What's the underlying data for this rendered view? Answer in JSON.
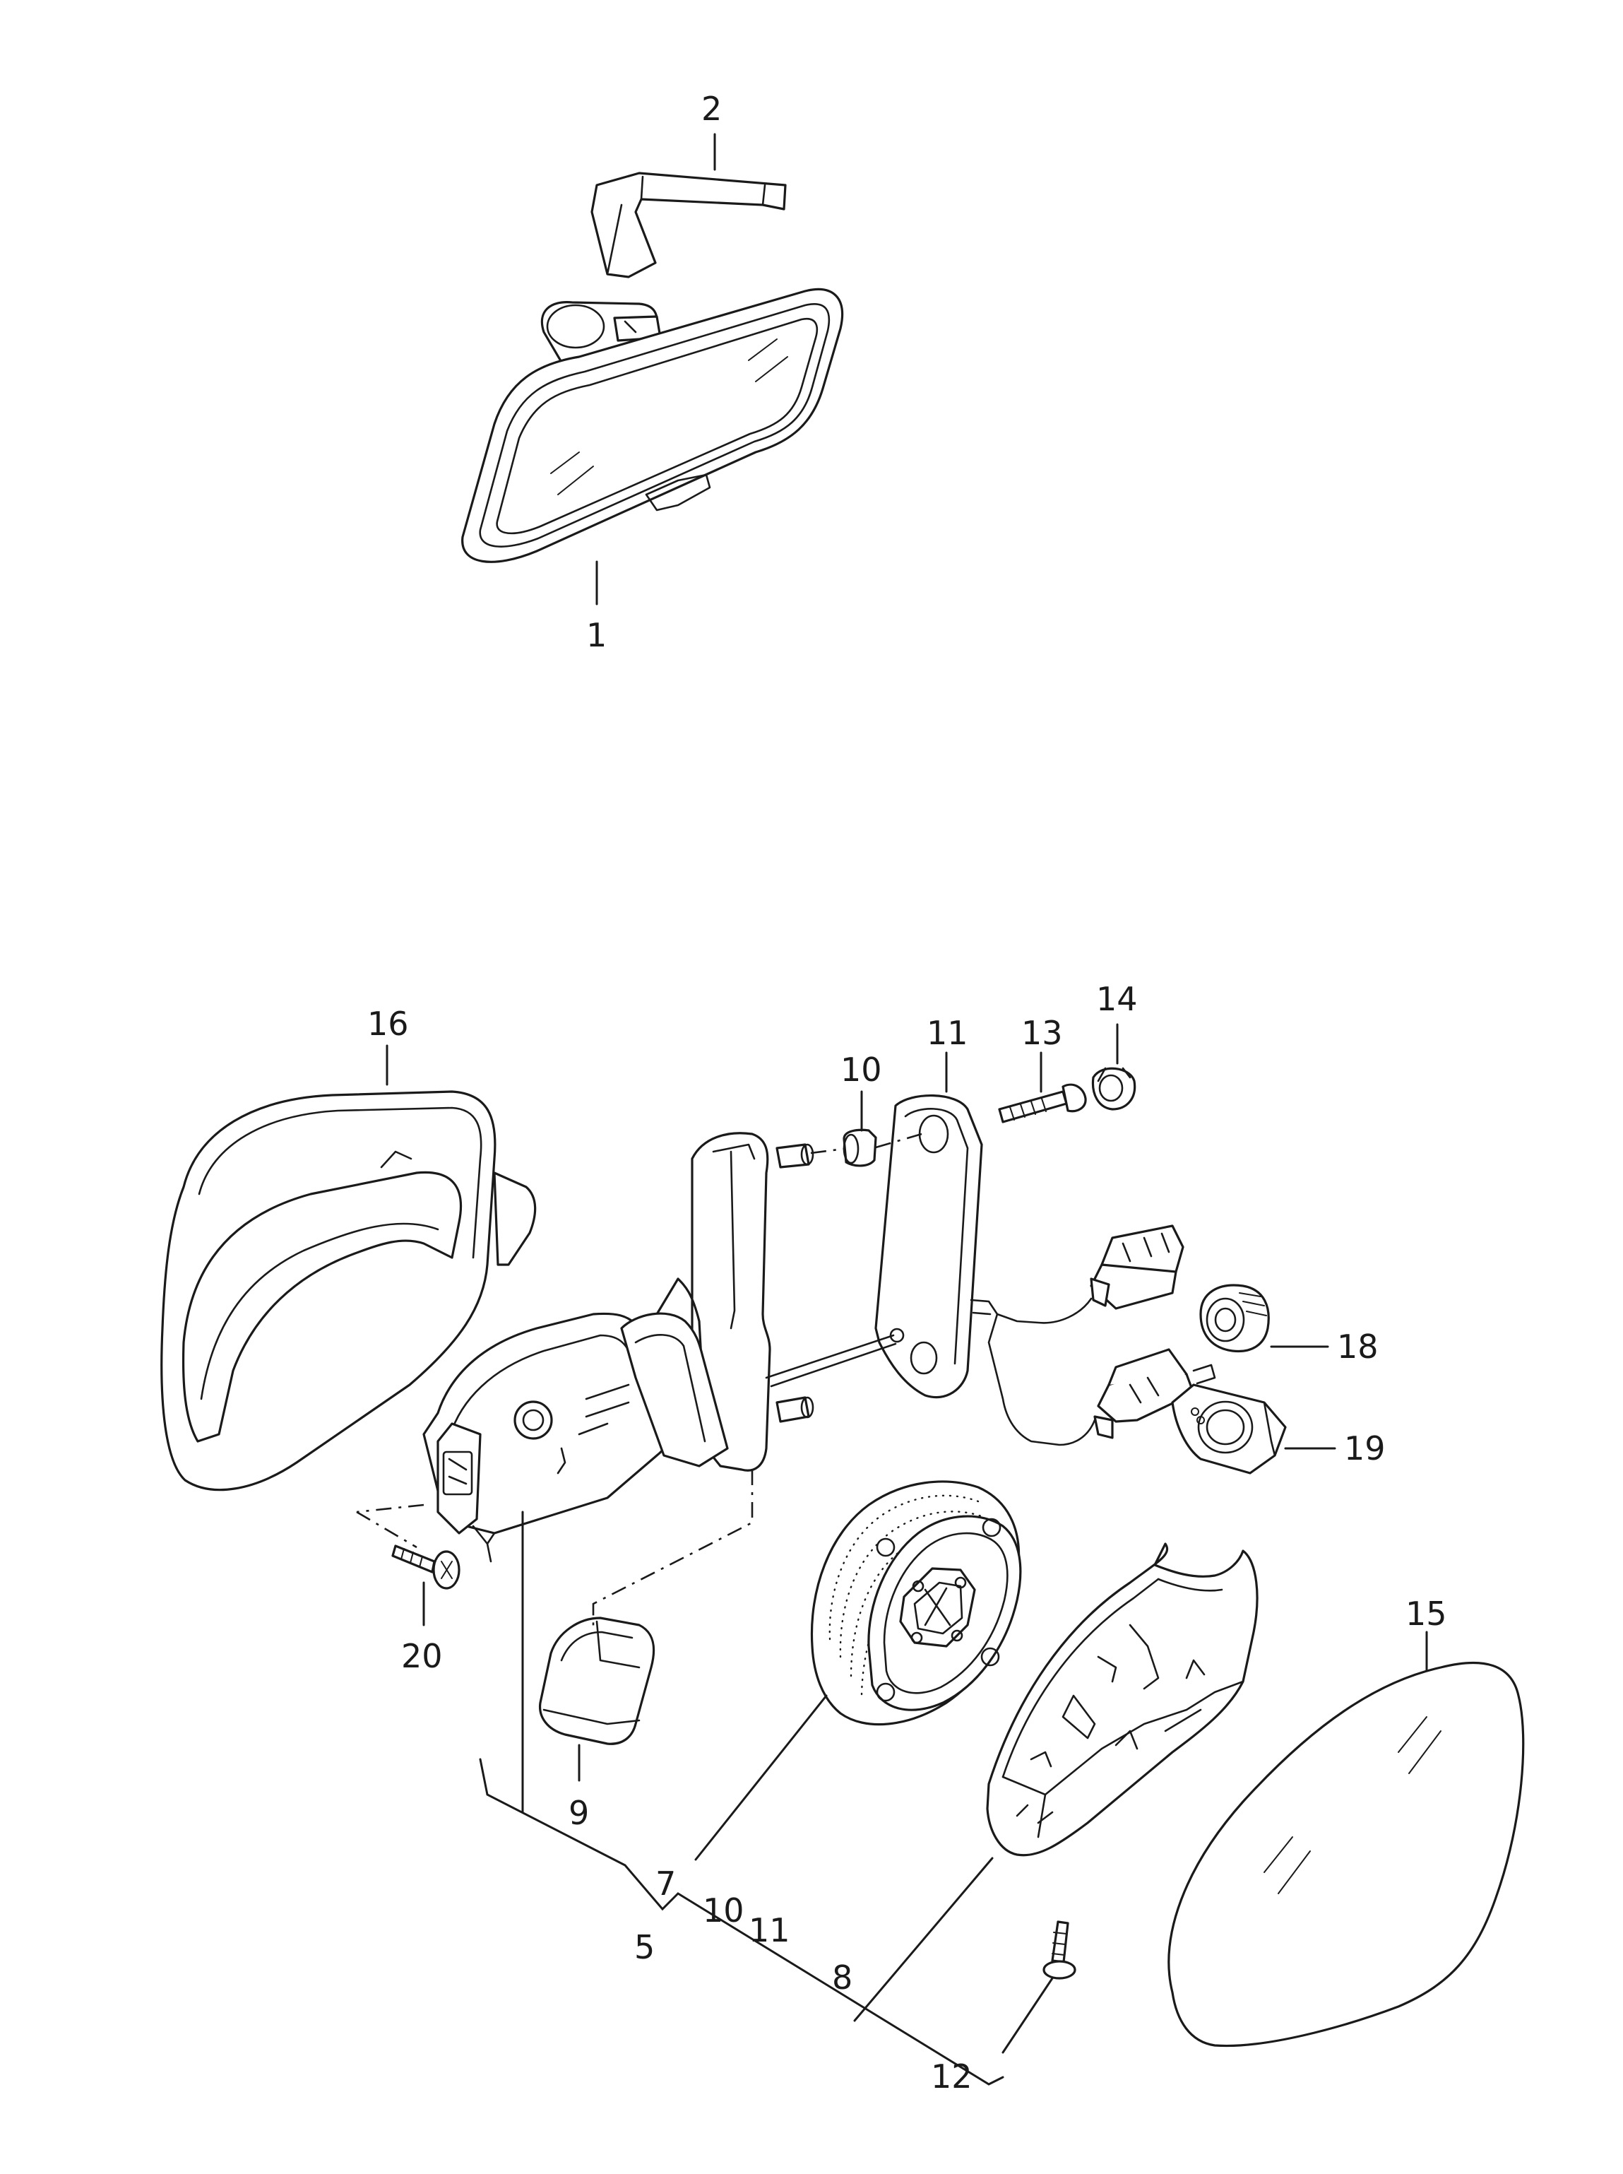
{
  "diagram": {
    "callouts": [
      {
        "id": "c2",
        "text": "2"
      },
      {
        "id": "c1",
        "text": "1"
      },
      {
        "id": "c16",
        "text": "16"
      },
      {
        "id": "c10a",
        "text": "10"
      },
      {
        "id": "c11a",
        "text": "11"
      },
      {
        "id": "c13",
        "text": "13"
      },
      {
        "id": "c14",
        "text": "14"
      },
      {
        "id": "c18",
        "text": "18"
      },
      {
        "id": "c19",
        "text": "19"
      },
      {
        "id": "c20",
        "text": "20"
      },
      {
        "id": "c15",
        "text": "15"
      },
      {
        "id": "c9",
        "text": "9"
      },
      {
        "id": "c7",
        "text": "7"
      },
      {
        "id": "c10b",
        "text": "10"
      },
      {
        "id": "c11b",
        "text": "11"
      },
      {
        "id": "c5",
        "text": "5"
      },
      {
        "id": "c8",
        "text": "8"
      },
      {
        "id": "c12",
        "text": "12"
      }
    ]
  }
}
